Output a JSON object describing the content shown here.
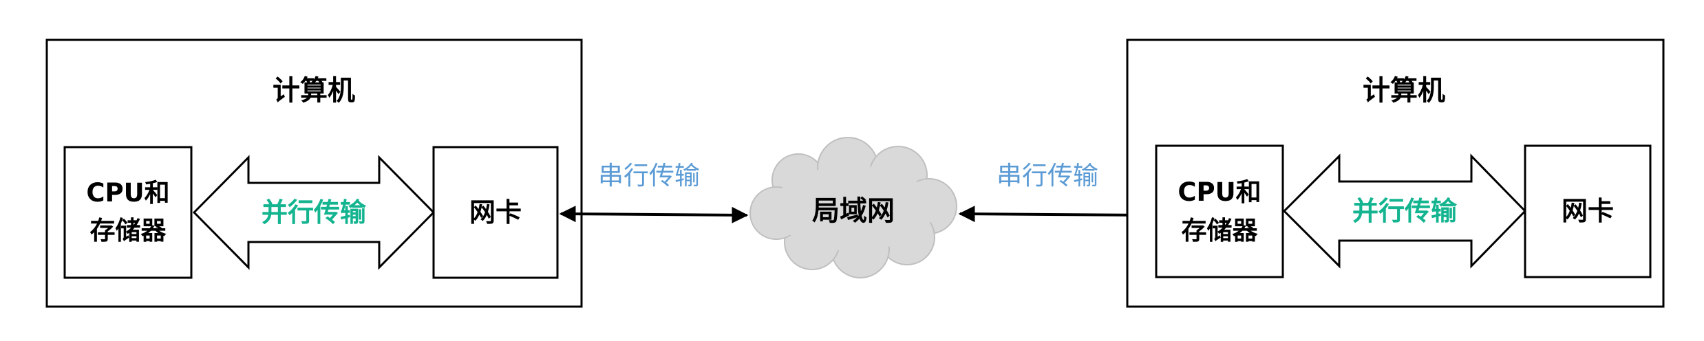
{
  "colors": {
    "serial_label": "#5b9bd5",
    "parallel_label": "#13b48f",
    "cloud_fill": "#d9d9d9",
    "stroke": "#000000"
  },
  "left_computer": {
    "title": "计算机",
    "cpu_line1": "CPU和",
    "cpu_line2": "存储器",
    "bus_label": "并行传输",
    "nic_label": "网卡"
  },
  "right_computer": {
    "title": "计算机",
    "cpu_line1": "CPU和",
    "cpu_line2": "存储器",
    "bus_label": "并行传输",
    "nic_label": "网卡"
  },
  "network": {
    "label": "局域网",
    "left_link_label": "串行传输",
    "right_link_label": "串行传输"
  }
}
